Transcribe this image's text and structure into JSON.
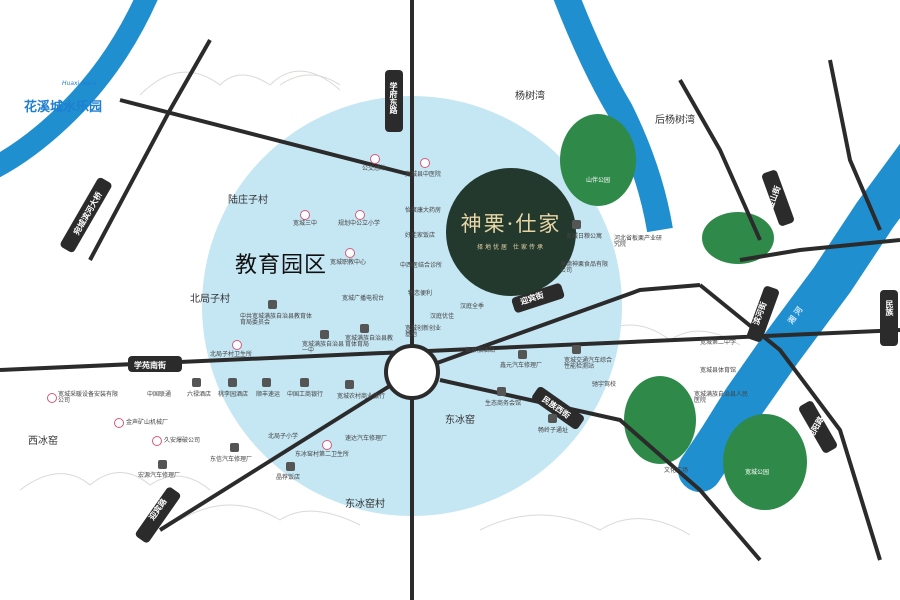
{
  "project": {
    "name": "神栗·仕家",
    "slogan": "择地优居 仕家传承"
  },
  "logo": {
    "text": "花溪城水乐园",
    "sub": "Huaxi Aqua"
  },
  "zone": {
    "label": "教育园区"
  },
  "roads": {
    "xuefu_north": "学府东路",
    "xueyuan_south": "学苑南街",
    "yingbin": "迎宾路",
    "yingbin_st": "迎宾街",
    "minzu_west": "民族西街",
    "jinshan": "金山街",
    "binhe": "滨河街",
    "wanyang": "宛阳路",
    "minzu": "民族",
    "bridge": "宛城滨河大桥",
    "river": "湘  河"
  },
  "areas": [
    {
      "id": "yangshuwan",
      "text": "杨树湾"
    },
    {
      "id": "houyangshuwan",
      "text": "后杨树湾"
    },
    {
      "id": "luzhuangzi",
      "text": "陆庄子村"
    },
    {
      "id": "beijuzi",
      "text": "北局子村"
    },
    {
      "id": "dongbingyao",
      "text": "东冰窑"
    },
    {
      "id": "dongbingyaocun",
      "text": "东冰窑村"
    },
    {
      "id": "xibingyao",
      "text": "西冰窑"
    }
  ],
  "pois": [
    {
      "id": "gongan",
      "text": "公交总站"
    },
    {
      "id": "zhongyi",
      "text": "宽城县中医院"
    },
    {
      "id": "yixuan",
      "text": "宽城三中"
    },
    {
      "id": "zhongxin",
      "text": "规划中公立小学"
    },
    {
      "id": "yikang",
      "text": "怡聚康大药房"
    },
    {
      "id": "haojia",
      "text": "好佳家饭店"
    },
    {
      "id": "zhongyi2",
      "text": "宽城职教中心"
    },
    {
      "id": "zhenzhan",
      "text": "中西医结合诊所"
    },
    {
      "id": "guangbo",
      "text": "宽城广播电视台"
    },
    {
      "id": "wuye",
      "text": "物恋便利"
    },
    {
      "id": "jiaoyu",
      "text": "中共宽城满族自治县教育体育局委员会"
    },
    {
      "id": "hanting",
      "text": "汉庭全季"
    },
    {
      "id": "hanyou",
      "text": "汉庭优佳"
    },
    {
      "id": "chuangxin",
      "text": "宽城创新创业基地"
    },
    {
      "id": "zhongxue",
      "text": "宽城满族自治县一中"
    },
    {
      "id": "jiaoyuju",
      "text": "宽城满族自治县教育体育局"
    },
    {
      "id": "weisheng",
      "text": "北局子村卫生所"
    },
    {
      "id": "liantong",
      "text": "中国联通"
    },
    {
      "id": "liulu",
      "text": "六禄酒店"
    },
    {
      "id": "taohua",
      "text": "桃李园酒店"
    },
    {
      "id": "shunfeng",
      "text": "顺丰速运"
    },
    {
      "id": "gongshang",
      "text": "中国工商银行"
    },
    {
      "id": "nongshang",
      "text": "宽城农村商业银行"
    },
    {
      "id": "hengtai",
      "text": "恒泰加油站"
    },
    {
      "id": "xinyuan",
      "text": "鑫元汽车修理厂"
    },
    {
      "id": "jiaotong",
      "text": "宽城交通汽车综合性能检测站"
    },
    {
      "id": "chiyu",
      "text": "驰宇驾校"
    },
    {
      "id": "shangwu",
      "text": "生态商务会馆"
    },
    {
      "id": "linzi",
      "text": "畅岭子通址"
    },
    {
      "id": "caiyuan",
      "text": "宽城采暖设备安装有限公司"
    },
    {
      "id": "jinsheng",
      "text": "金声矿山机械厂"
    },
    {
      "id": "jiubao",
      "text": "久安爆破公司"
    },
    {
      "id": "hongyuan",
      "text": "宏源汽车修理厂"
    },
    {
      "id": "beiju_xiao",
      "text": "北局子小学"
    },
    {
      "id": "dongxin",
      "text": "东信汽车修理厂"
    },
    {
      "id": "bingyao_ws",
      "text": "东冰窑村第二卫生所"
    },
    {
      "id": "suda",
      "text": "速达汽车修理厂"
    },
    {
      "id": "jinpin",
      "text": "晶荐饭店"
    },
    {
      "id": "rifeng",
      "text": "宽城日粮公寓"
    },
    {
      "id": "hebei",
      "text": "河北省板栗产业研究院"
    },
    {
      "id": "chengde",
      "text": "承德神栗食品有限公司"
    },
    {
      "id": "shanpan",
      "text": "山伴公园"
    },
    {
      "id": "yuanxi",
      "text": "宽城第二中学"
    },
    {
      "id": "tiyu",
      "text": "宽城县体育馆"
    },
    {
      "id": "yiyuan",
      "text": "宽城满族自治县人民医院"
    },
    {
      "id": "gongyuan2",
      "text": "宽城公园"
    },
    {
      "id": "wenhua",
      "text": "文化广场"
    }
  ]
}
